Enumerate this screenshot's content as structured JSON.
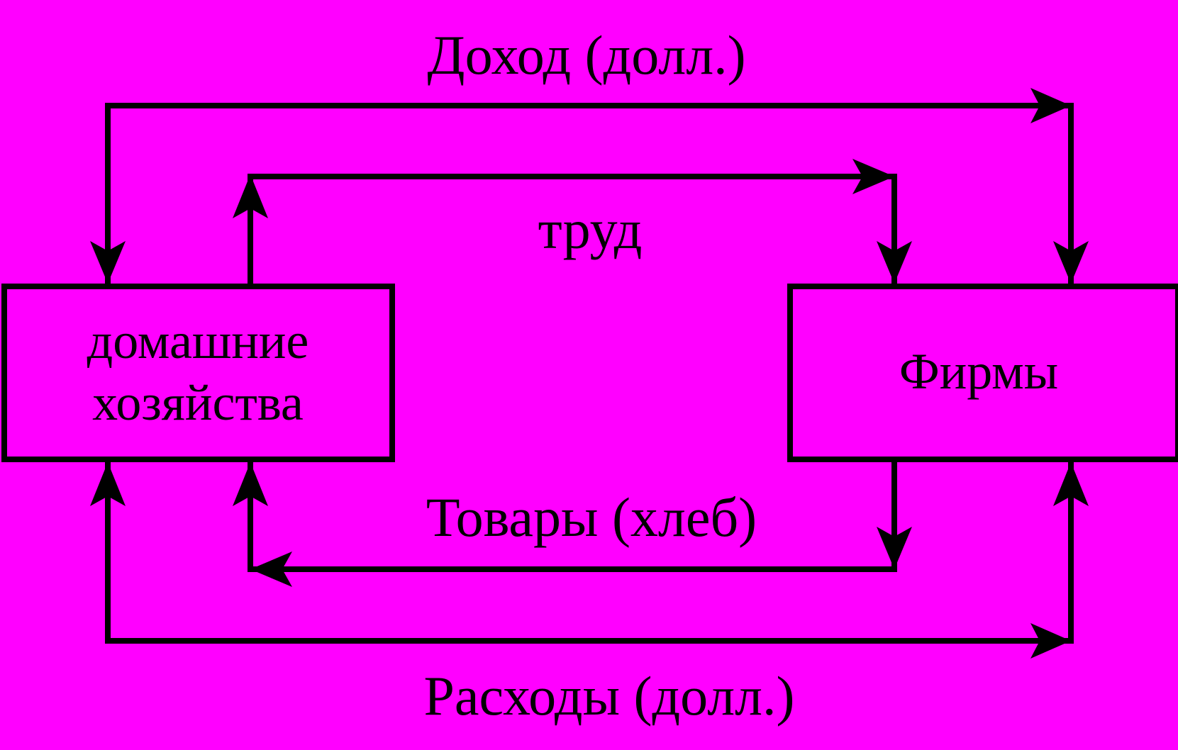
{
  "colors": {
    "background": "#FF00FF",
    "ink": "#000000"
  },
  "labels": {
    "income": "Доход (долл.)",
    "labor": "труд",
    "goods": "Товары (хлеб)",
    "expenses": "Расходы (долл.)"
  },
  "nodes": {
    "households": {
      "line1": "домашние",
      "line2": "хозяйства"
    },
    "firms": {
      "label": "Фирмы"
    }
  }
}
